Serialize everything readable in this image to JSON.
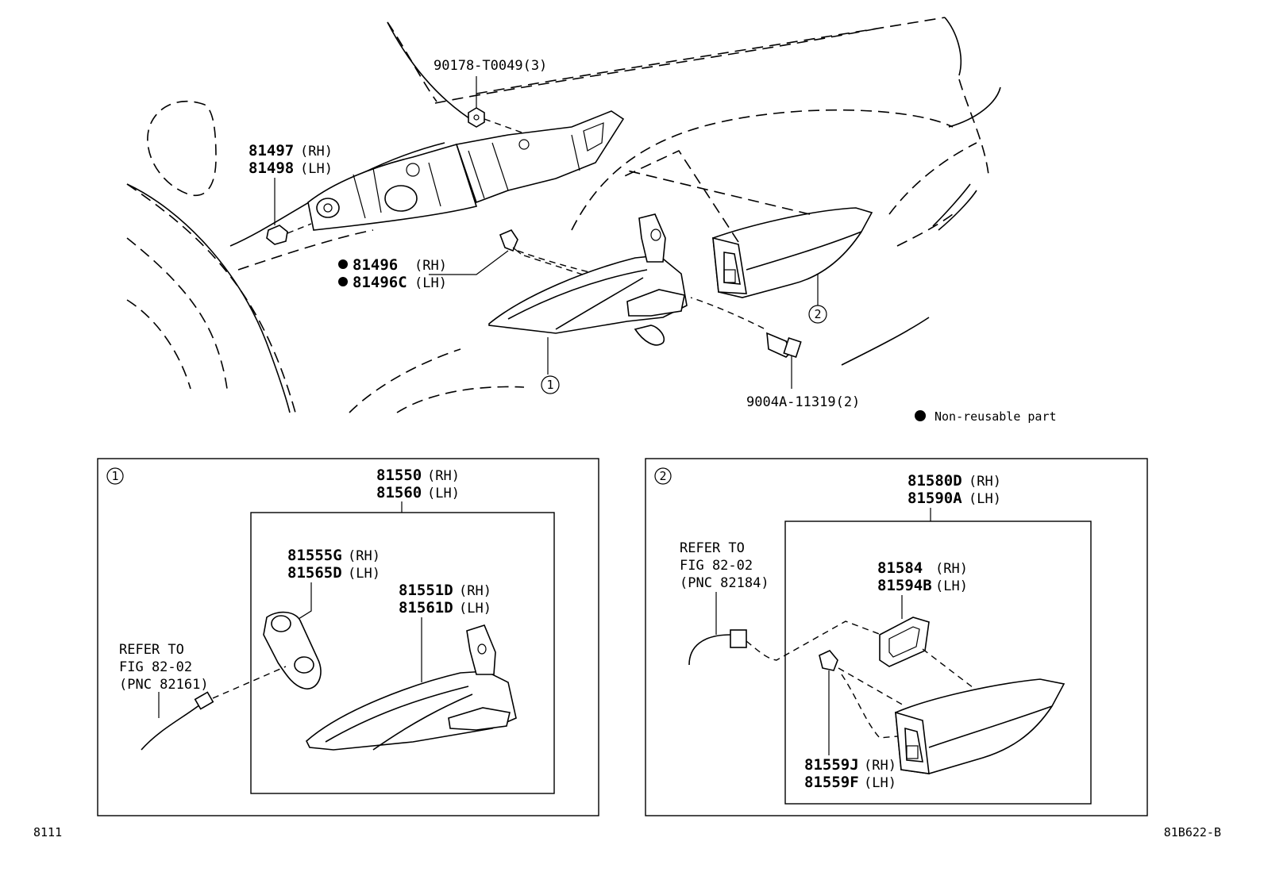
{
  "main": {
    "part_90178": "90178-T0049(3)",
    "part_81497": "81497",
    "part_81497_side": "(RH)",
    "part_81498": "81498",
    "part_81498_side": "(LH)",
    "part_81496": "81496",
    "part_81496_side": "(RH)",
    "part_81496C": "81496C",
    "part_81496C_side": "(LH)",
    "part_9004A": "9004A-11319(2)",
    "callout_1": "1",
    "callout_2": "2",
    "legend_text": "Non-reusable part"
  },
  "panel1": {
    "callout": "1",
    "assy_rh": "81550",
    "assy_rh_side": "(RH)",
    "assy_lh": "81560",
    "assy_lh_side": "(LH)",
    "socket_rh": "81555G",
    "socket_rh_side": "(RH)",
    "socket_lh": "81565D",
    "socket_lh_side": "(LH)",
    "lens_rh": "81551D",
    "lens_rh_side": "(RH)",
    "lens_lh": "81561D",
    "lens_lh_side": "(LH)",
    "refer_line1": "REFER TO",
    "refer_line2": "FIG 82-02",
    "refer_line3": "(PNC 82161)"
  },
  "panel2": {
    "callout": "2",
    "assy_rh": "81580D",
    "assy_rh_side": "(RH)",
    "assy_lh": "81590A",
    "assy_lh_side": "(LH)",
    "gasket_rh": "81584",
    "gasket_rh_side": "(RH)",
    "gasket_lh": "81594B",
    "gasket_lh_side": "(LH)",
    "clip_rh": "81559J",
    "clip_rh_side": "(RH)",
    "clip_lh": "81559F",
    "clip_lh_side": "(LH)",
    "refer_line1": "REFER TO",
    "refer_line2": "FIG 82-02",
    "refer_line3": "(PNC 82184)"
  },
  "footer": {
    "left_code": "8111",
    "right_code": "81B622-B"
  }
}
